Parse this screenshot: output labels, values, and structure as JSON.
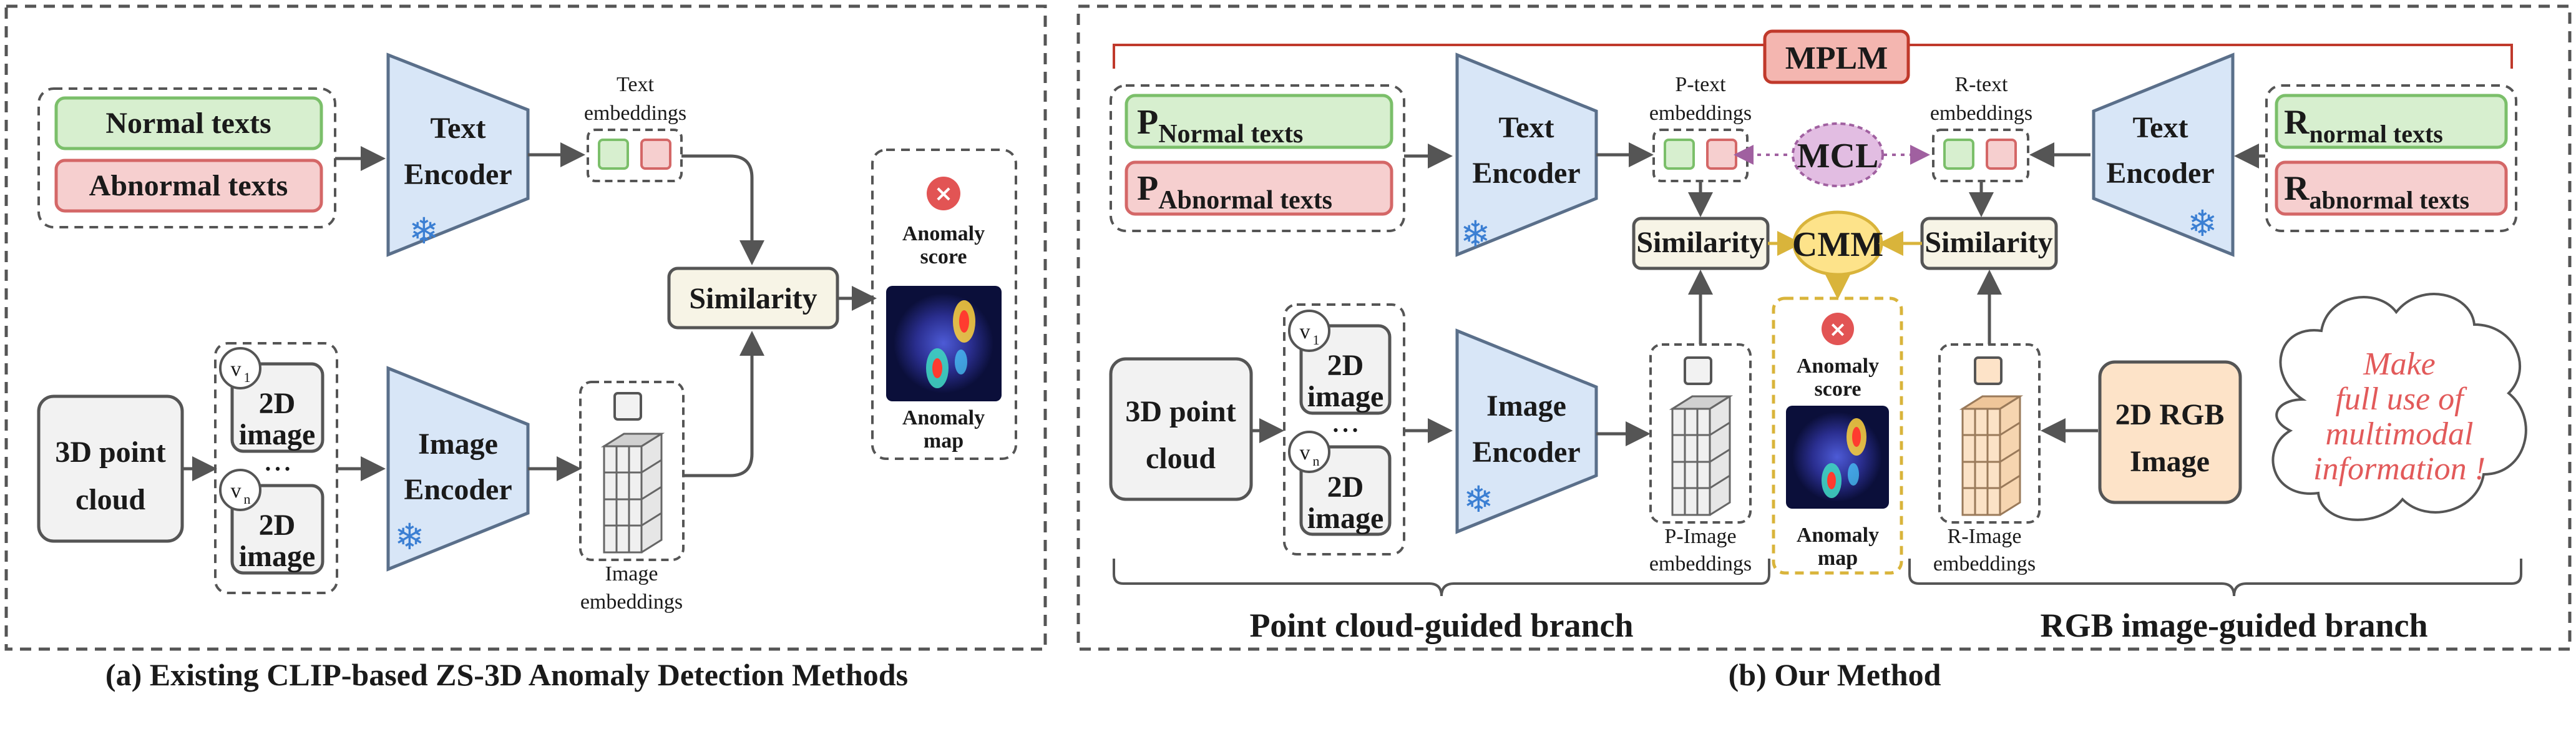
{
  "panel_a": {
    "normal_texts": "Normal texts",
    "abnormal_texts": "Abnormal texts",
    "text_encoder": [
      "Text",
      "Encoder"
    ],
    "text_embeddings": [
      "Text",
      "embeddings"
    ],
    "similarity": "Similarity",
    "anomaly_score": [
      "Anomaly",
      "score"
    ],
    "anomaly_map": [
      "Anomaly",
      "map"
    ],
    "point_cloud": [
      "3D point",
      "cloud"
    ],
    "view_1": "1",
    "view_n": "n",
    "v": "v",
    "image_2d": [
      "2D",
      "image"
    ],
    "dots": "• • •",
    "image_encoder": [
      "Image",
      "Encoder"
    ],
    "image_embeddings": [
      "Image",
      "embeddings"
    ],
    "caption": "(a)  Existing CLIP-based ZS-3D Anomaly Detection Methods"
  },
  "panel_b": {
    "mplm": "MPLM",
    "p_prefix": "P",
    "p_normal_sub": "Normal texts",
    "p_abnormal_sub": "Abnormal texts",
    "r_prefix": "R",
    "r_normal_sub": "normal texts",
    "r_abnormal_sub": "abnormal texts",
    "text_encoder": [
      "Text",
      "Encoder"
    ],
    "p_text_embeddings": [
      "P-text",
      "embeddings"
    ],
    "r_text_embeddings": [
      "R-text",
      "embeddings"
    ],
    "mcl": "MCL",
    "cmm": "CMM",
    "similarity": "Similarity",
    "anomaly_score": [
      "Anomaly",
      "score"
    ],
    "anomaly_map": [
      "Anomaly",
      "map"
    ],
    "point_cloud": [
      "3D point",
      "cloud"
    ],
    "view_1": "1",
    "view_n": "n",
    "v": "v",
    "image_2d": [
      "2D",
      "image"
    ],
    "dots": "• • •",
    "image_encoder": [
      "Image",
      "Encoder"
    ],
    "p_image_embeddings": [
      "P-Image",
      "embeddings"
    ],
    "r_image_embeddings": [
      "R-Image",
      "embeddings"
    ],
    "rgb_image": [
      "2D RGB",
      "Image"
    ],
    "cloud_text": [
      "Make",
      "full use of",
      "multimodal",
      "information !"
    ],
    "branch_left": "Point cloud-guided branch",
    "branch_right": "RGB image-guided branch",
    "caption": "(b)  Our Method"
  },
  "colors": {
    "green_fill": "#d7efcf",
    "green_stroke": "#7bbf6a",
    "red_fill": "#f6cfcf",
    "red_stroke": "#d46767",
    "encoder_fill": "#d8e6f7",
    "encoder_stroke": "#5a6f8a",
    "similarity_fill": "#f7f4e6",
    "mplm_fill": "#f4b6b0",
    "mplm_stroke": "#c0392b",
    "mcl_fill": "#e2bde2",
    "cmm_fill": "#fde38a",
    "cmm_stroke": "#d9b43b",
    "rgb_fill": "#fde3c8",
    "gray_fill": "#f2f2f2"
  }
}
